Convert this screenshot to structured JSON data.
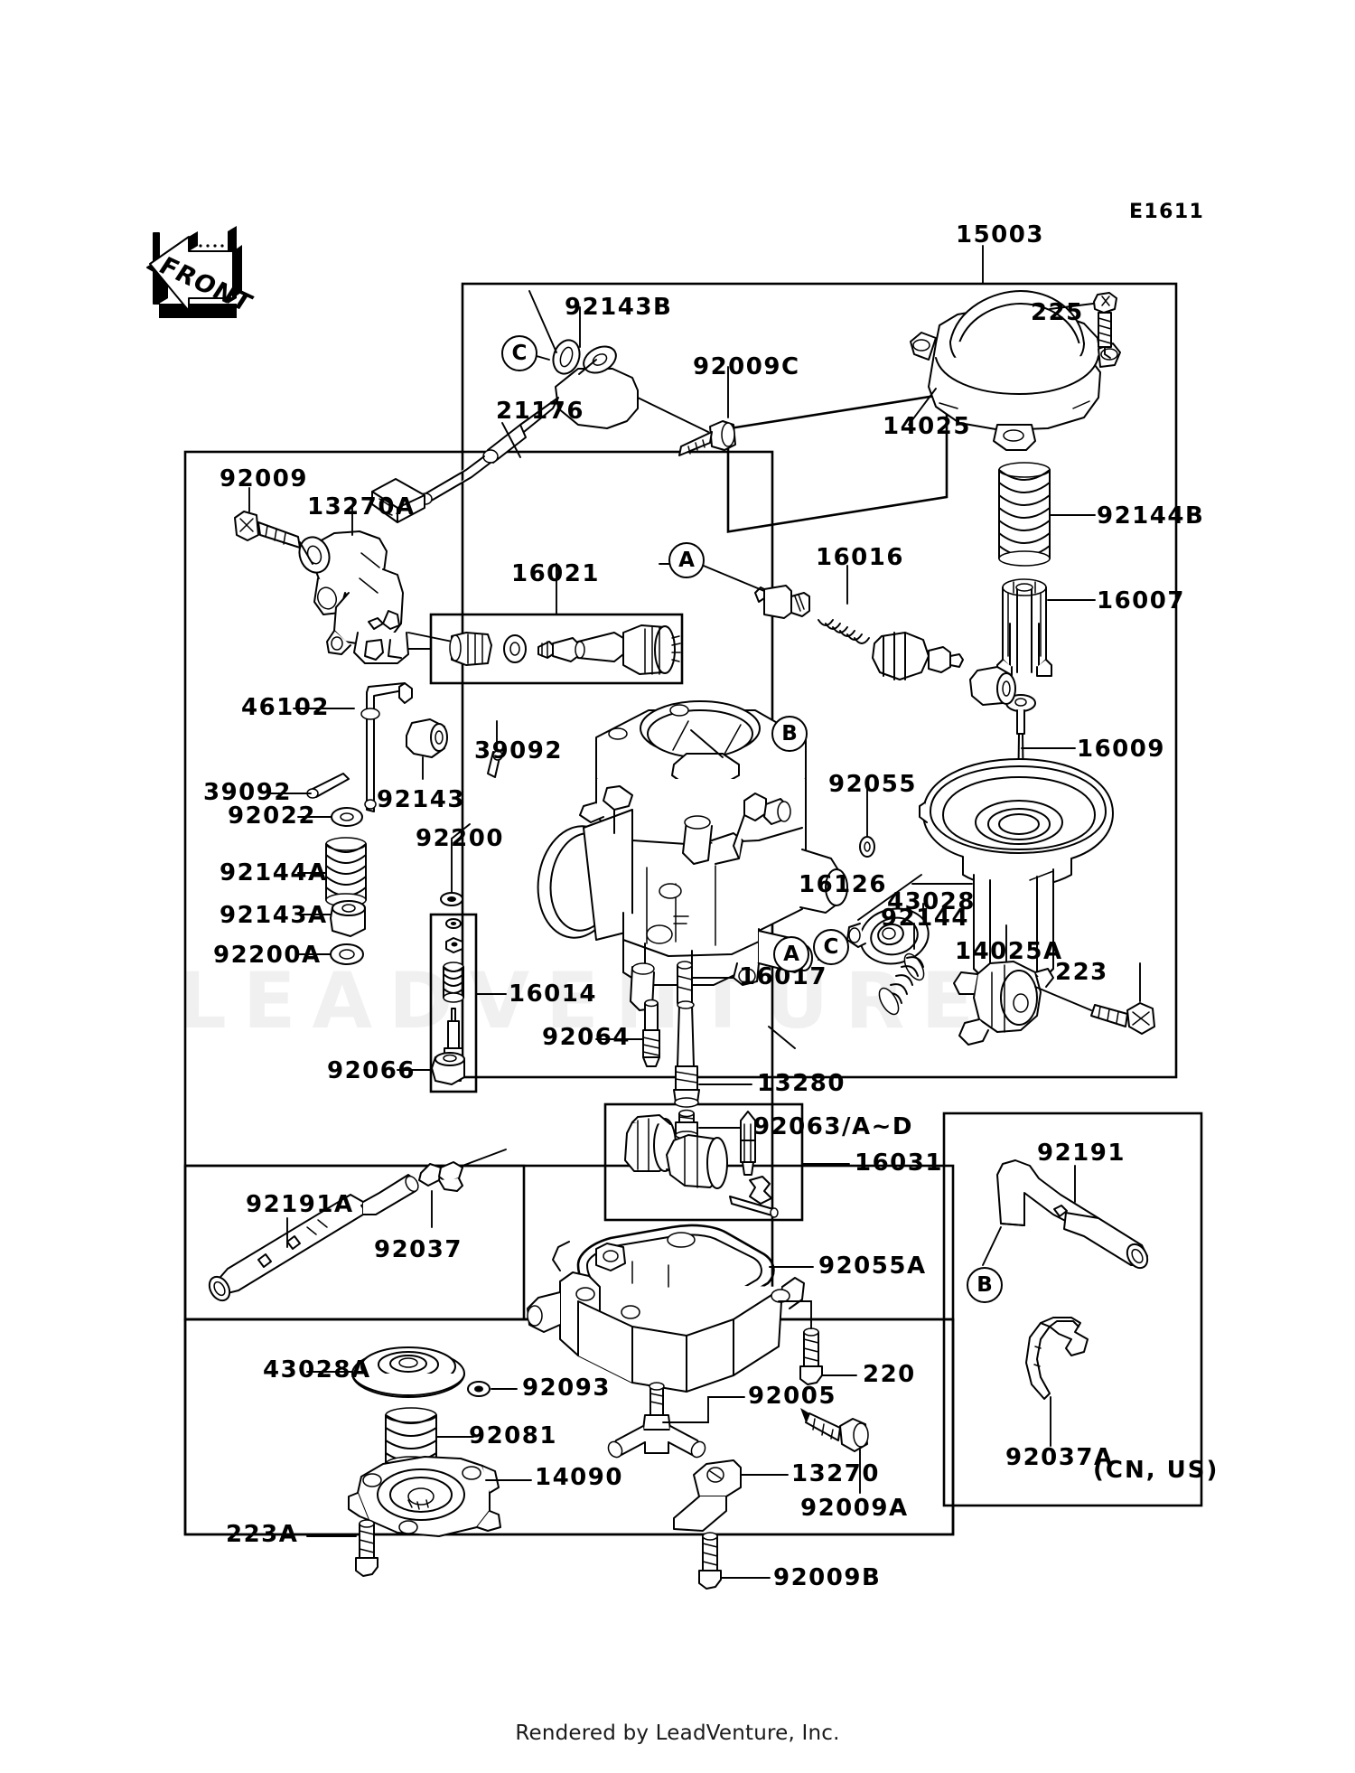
{
  "sheet": {
    "diagram_code": "E1611",
    "footer": "Rendered by LeadVenture, Inc.",
    "watermark": "LEADVENTURE",
    "front_arrow_label": "FRONT",
    "region_note": "(CN, US)"
  },
  "assembly": {
    "main_group": "15003"
  },
  "callouts": {
    "c_92143B": "92143B",
    "c_92009C": "92009C",
    "c_21176": "21176",
    "c_225": "225",
    "c_14025": "14025",
    "c_92144B": "92144B",
    "c_16007": "16007",
    "c_16009": "16009",
    "c_16126": "16126",
    "c_92009": "92009",
    "c_13270A": "13270A",
    "c_16021": "16021",
    "c_16016": "16016",
    "c_46102": "46102",
    "c_39092_a": "39092",
    "c_39092_b": "39092",
    "c_92143": "92143",
    "c_92200": "92200",
    "c_92022": "92022",
    "c_92144A": "92144A",
    "c_92143A": "92143A",
    "c_92200A": "92200A",
    "c_16014": "16014",
    "c_92066": "92066",
    "c_92055": "92055",
    "c_43028": "43028",
    "c_92144": "92144",
    "c_14025A": "14025A",
    "c_223": "223",
    "c_16017": "16017",
    "c_92064": "92064",
    "c_13280": "13280",
    "c_92063": "92063/A~D",
    "c_16031": "16031",
    "c_92055A": "92055A",
    "c_220": "220",
    "c_92191A": "92191A",
    "c_92037": "92037",
    "c_43028A": "43028A",
    "c_92093": "92093",
    "c_92081": "92081",
    "c_14090": "14090",
    "c_223A": "223A",
    "c_92005": "92005",
    "c_13270": "13270",
    "c_92009A": "92009A",
    "c_92009B": "92009B",
    "c_92191": "92191",
    "c_92037A": "92037A"
  },
  "reference_markers": {
    "a1": "A",
    "a2": "A",
    "b1": "B",
    "b2": "B",
    "c1": "C",
    "c2": "C"
  }
}
